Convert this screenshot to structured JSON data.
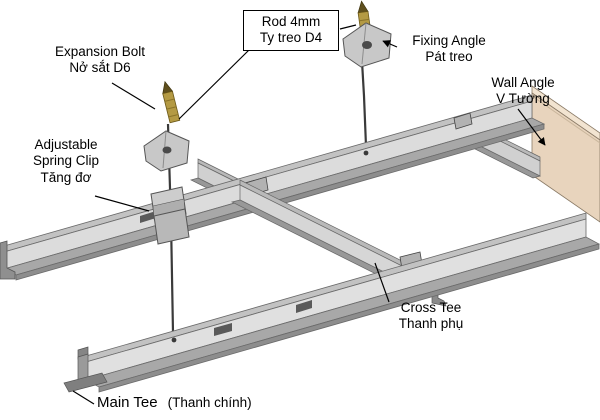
{
  "diagram": {
    "labels": {
      "expansion_bolt": {
        "lines": [
          "Expansion Bolt",
          "Nở sắt D6"
        ]
      },
      "rod": {
        "lines": [
          "Rod 4mm",
          "Ty treo D4"
        ]
      },
      "fixing_angle": {
        "lines": [
          "Fixing Angle",
          "Pát treo"
        ]
      },
      "wall_angle": {
        "lines": [
          "Wall Angle",
          "V Tường"
        ]
      },
      "spring_clip": {
        "lines": [
          "Adjustable",
          "Spring Clip",
          "Tăng đơ"
        ]
      },
      "cross_tee": {
        "lines": [
          "Cross Tee",
          "Thanh phụ"
        ]
      },
      "main_tee": {
        "lines": [
          "Main Tee",
          "(Thanh chính)"
        ]
      }
    },
    "colors": {
      "background": "#ffffff",
      "label_text": "#000000",
      "leader_line": "#000000",
      "beam_web": "#dcdcdc",
      "beam_flange": "#a8a8a8",
      "beam_shadow": "#8d8d8d",
      "wall_angle_face": "#e8d4bd",
      "wall_angle_lip": "#f2e4d1",
      "expansion_bolt_gold": "#b49a43",
      "hardware_grey": "#c8c8c8",
      "rod": "#3a3a3a"
    }
  }
}
